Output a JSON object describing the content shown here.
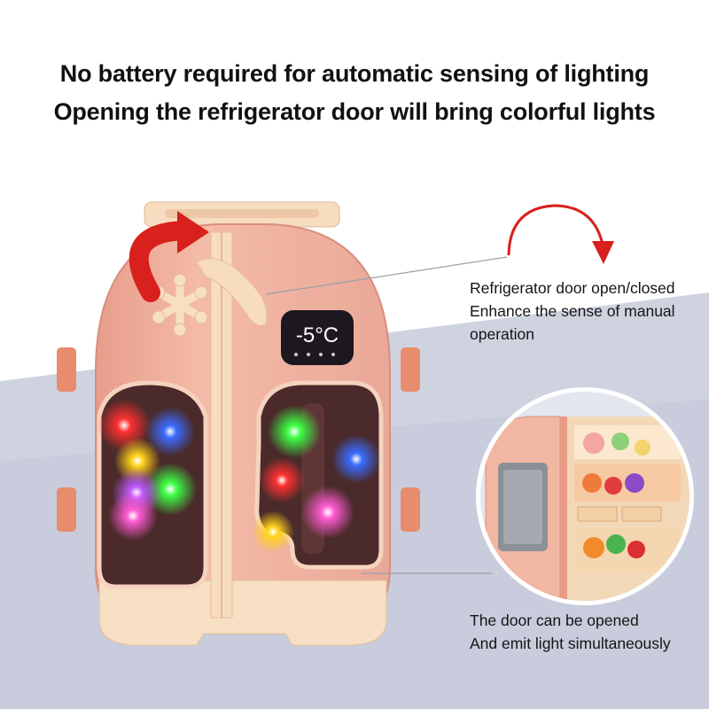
{
  "headline": {
    "line1": "No battery required for automatic sensing of lighting",
    "line2": "Opening the refrigerator door will bring colorful lights"
  },
  "callout_door": {
    "line1": "Refrigerator door open/closed",
    "line2": "Enhance the sense of manual",
    "line3": "operation"
  },
  "callout_light": {
    "line1": "The door can be opened",
    "line2": "And emit light simultaneously"
  },
  "display": {
    "temperature": "-5°C"
  },
  "colors": {
    "fridge_body": "#f2b7a3",
    "fridge_trim": "#f6dcc0",
    "arrow_red": "#d8201c",
    "background_band": "#c9cedc"
  }
}
